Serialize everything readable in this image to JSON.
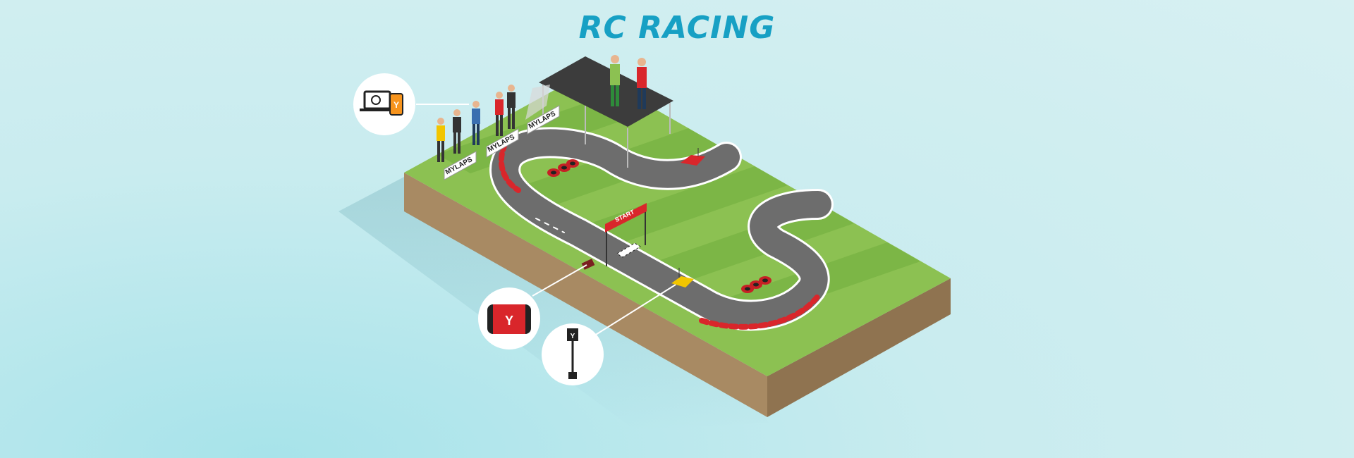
{
  "title": "RC RACING",
  "start_banner": "START",
  "sponsor_logo": "MYLAPS",
  "colors": {
    "title": "#17a0c4",
    "grass_light": "#8cc152",
    "grass_dark": "#78b043",
    "soil": "#b0916a",
    "track": "#6d6d6d",
    "curb_red": "#d9262b",
    "background": "#d3eff1"
  },
  "icons": [
    "laptop-phone-timing-icon",
    "transponder-icon",
    "decoder-antenna-icon"
  ]
}
